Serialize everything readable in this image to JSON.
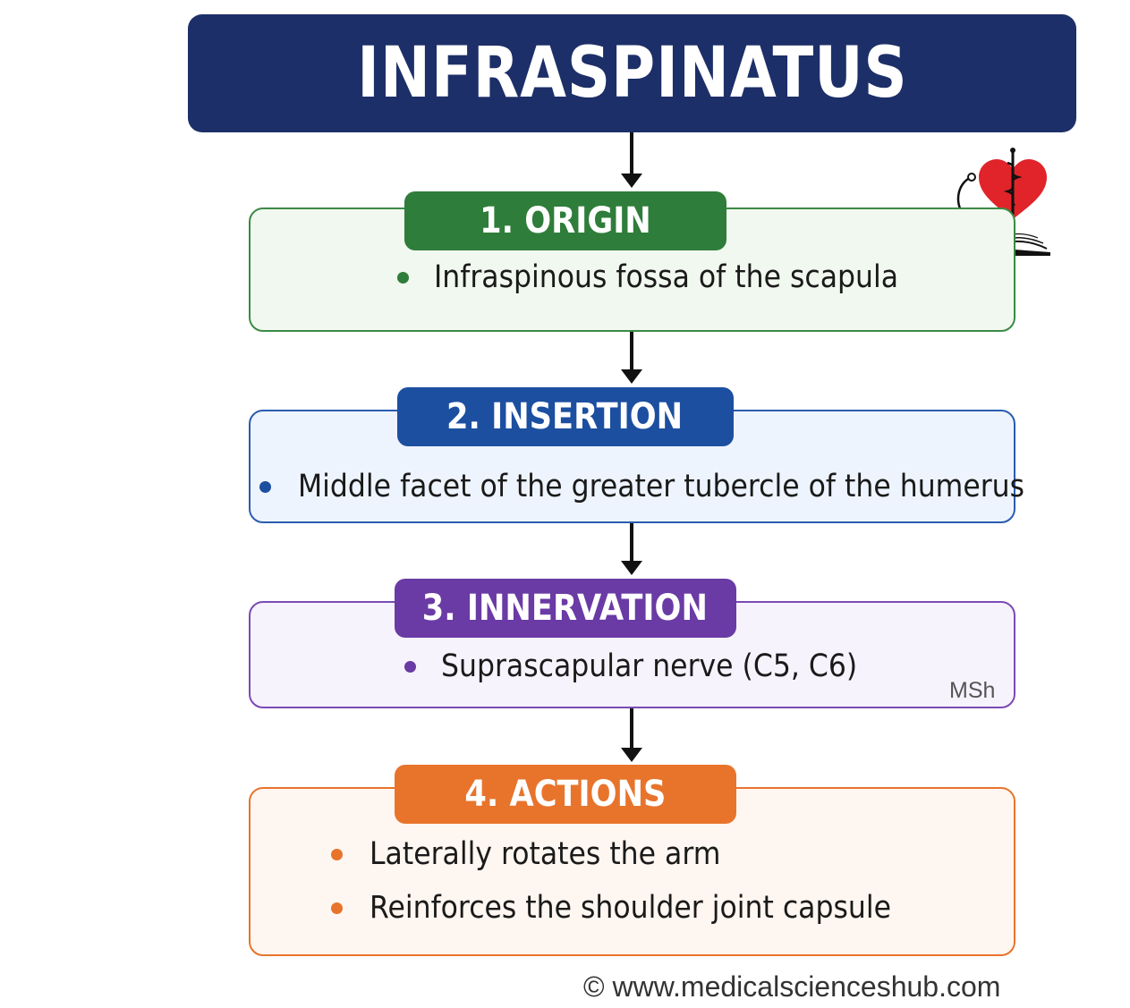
{
  "title": "INFRASPINATUS",
  "sections": [
    {
      "heading": "1. ORIGIN",
      "items": [
        "Infraspinous fossa of the scapula"
      ]
    },
    {
      "heading": "2. INSERTION",
      "items": [
        "Middle facet of the greater tubercle of the humerus"
      ]
    },
    {
      "heading": "3. INNERVATION",
      "items": [
        "Suprascapular nerve (C5, C6)"
      ]
    },
    {
      "heading": "4. ACTIONS",
      "items": [
        "Laterally rotates the arm",
        "Reinforces the shoulder joint capsule"
      ]
    }
  ],
  "watermark": "MSh",
  "footer": "© www.medicalscienceshub.com",
  "colors": {
    "title_bg": "#1d2f68",
    "origin": "#2f7d3a",
    "insertion": "#1c4fa0",
    "innervation": "#6a3aa5",
    "actions": "#e8742c"
  },
  "logo_icon": "heart-stethoscope-book-icon"
}
